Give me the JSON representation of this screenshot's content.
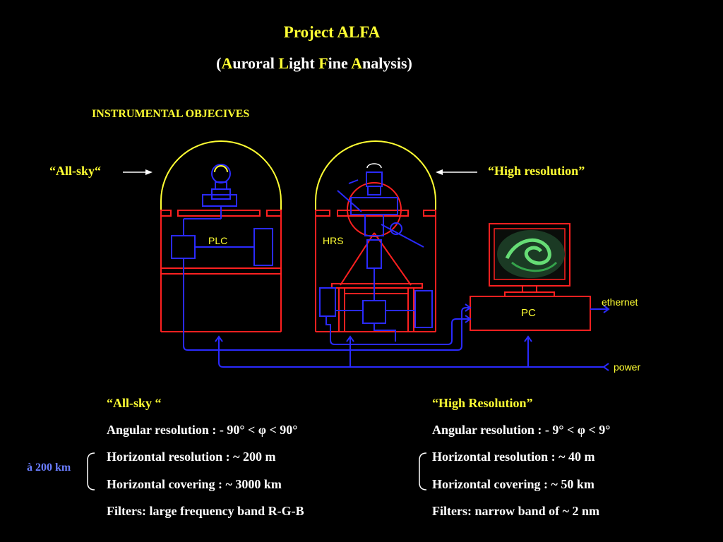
{
  "header": {
    "title": "Project ALFA",
    "subtitle_parts": [
      "(",
      "A",
      "uroral ",
      "L",
      "ight ",
      "F",
      "ine ",
      "A",
      "nalysis",
      ")"
    ]
  },
  "section_title": "INSTRUMENTAL OBJECIVES",
  "labels": {
    "all_sky": "“All-sky“",
    "high_resolution": "“High resolution”"
  },
  "diagram": {
    "plc": "PLC",
    "hrs": "HRS",
    "pc": "PC",
    "ethernet": "ethernet",
    "power": "power"
  },
  "specs": {
    "all_sky": {
      "heading": "“All-sky “",
      "angular": "Angular resolution : - 90° < φ < 90°",
      "horizontal_res": "Horizontal resolution :  ~ 200 m",
      "horizontal_cov": "Horizontal covering :    ~ 3000 km",
      "filters": "Filters: large frequency band R-G-B"
    },
    "high_res": {
      "heading": "“High Resolution”",
      "angular": "Angular resolution : - 9° < φ < 9°",
      "horizontal_res": "Horizontal resolution :  ~ 40 m",
      "horizontal_cov": "Horizontal covering :    ~ 50 km",
      "filters": "Filters: narrow band of ~ 2 nm"
    },
    "distance_note": "à 200 km"
  },
  "colors": {
    "yellow": "#ffff33",
    "red": "#ff2020",
    "blue": "#2a2aff",
    "accent_blue": "#5a6bff"
  }
}
